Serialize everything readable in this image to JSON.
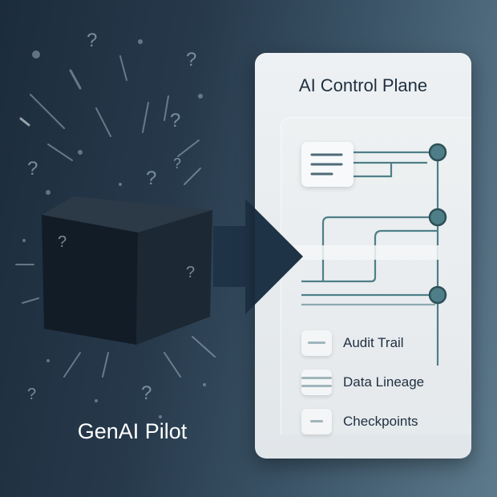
{
  "left": {
    "label": "GenAI Pilot",
    "question_mark": "?"
  },
  "panel": {
    "title": "AI Control Plane",
    "legend": [
      {
        "label": "Audit Trail",
        "icon": "single-line-icon"
      },
      {
        "label": "Data Lineage",
        "icon": "double-line-icon"
      },
      {
        "label": "Checkpoints",
        "icon": "short-line-icon"
      }
    ]
  },
  "colors": {
    "accent": "#4e7f88",
    "dark": "#1f3347",
    "panel": "#e6ebee"
  }
}
